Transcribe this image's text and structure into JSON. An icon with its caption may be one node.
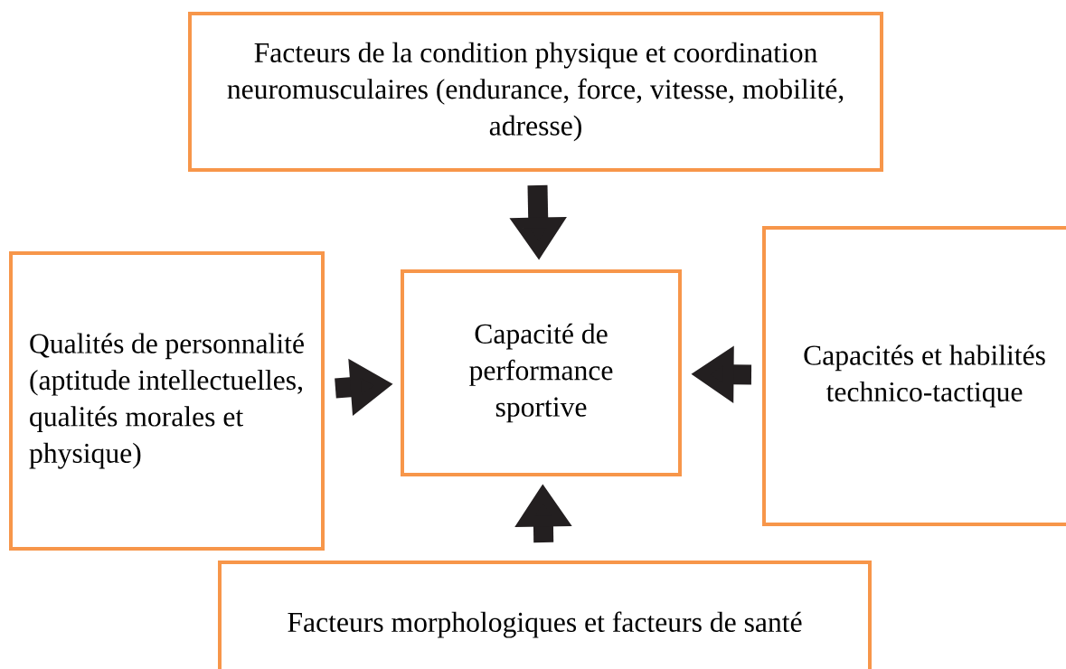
{
  "diagram": {
    "nodes": [
      {
        "text": [
          "Facteurs de la condition physique et coordination neuromusculaires (endurance, force, vitesse, mobilité, adresse)"
        ]
      },
      {
        "text": [
          "Capacité de performance sportive"
        ]
      },
      {
        "text": [
          "Qualités de personnalité (aptitude intellectuelles, qualités morales et physique)"
        ]
      },
      {
        "text": [
          "Capacités et habilités technico-tactique"
        ]
      },
      {
        "text": [
          "Facteurs morphologiques et facteurs de santé"
        ]
      }
    ],
    "edges": [
      {
        "from": 0,
        "to": 1,
        "arrow": "to"
      },
      {
        "from": 2,
        "to": 1,
        "arrow": "to"
      },
      {
        "from": 3,
        "to": 1,
        "arrow": "to"
      },
      {
        "from": 4,
        "to": 1,
        "arrow": "to"
      }
    ]
  }
}
